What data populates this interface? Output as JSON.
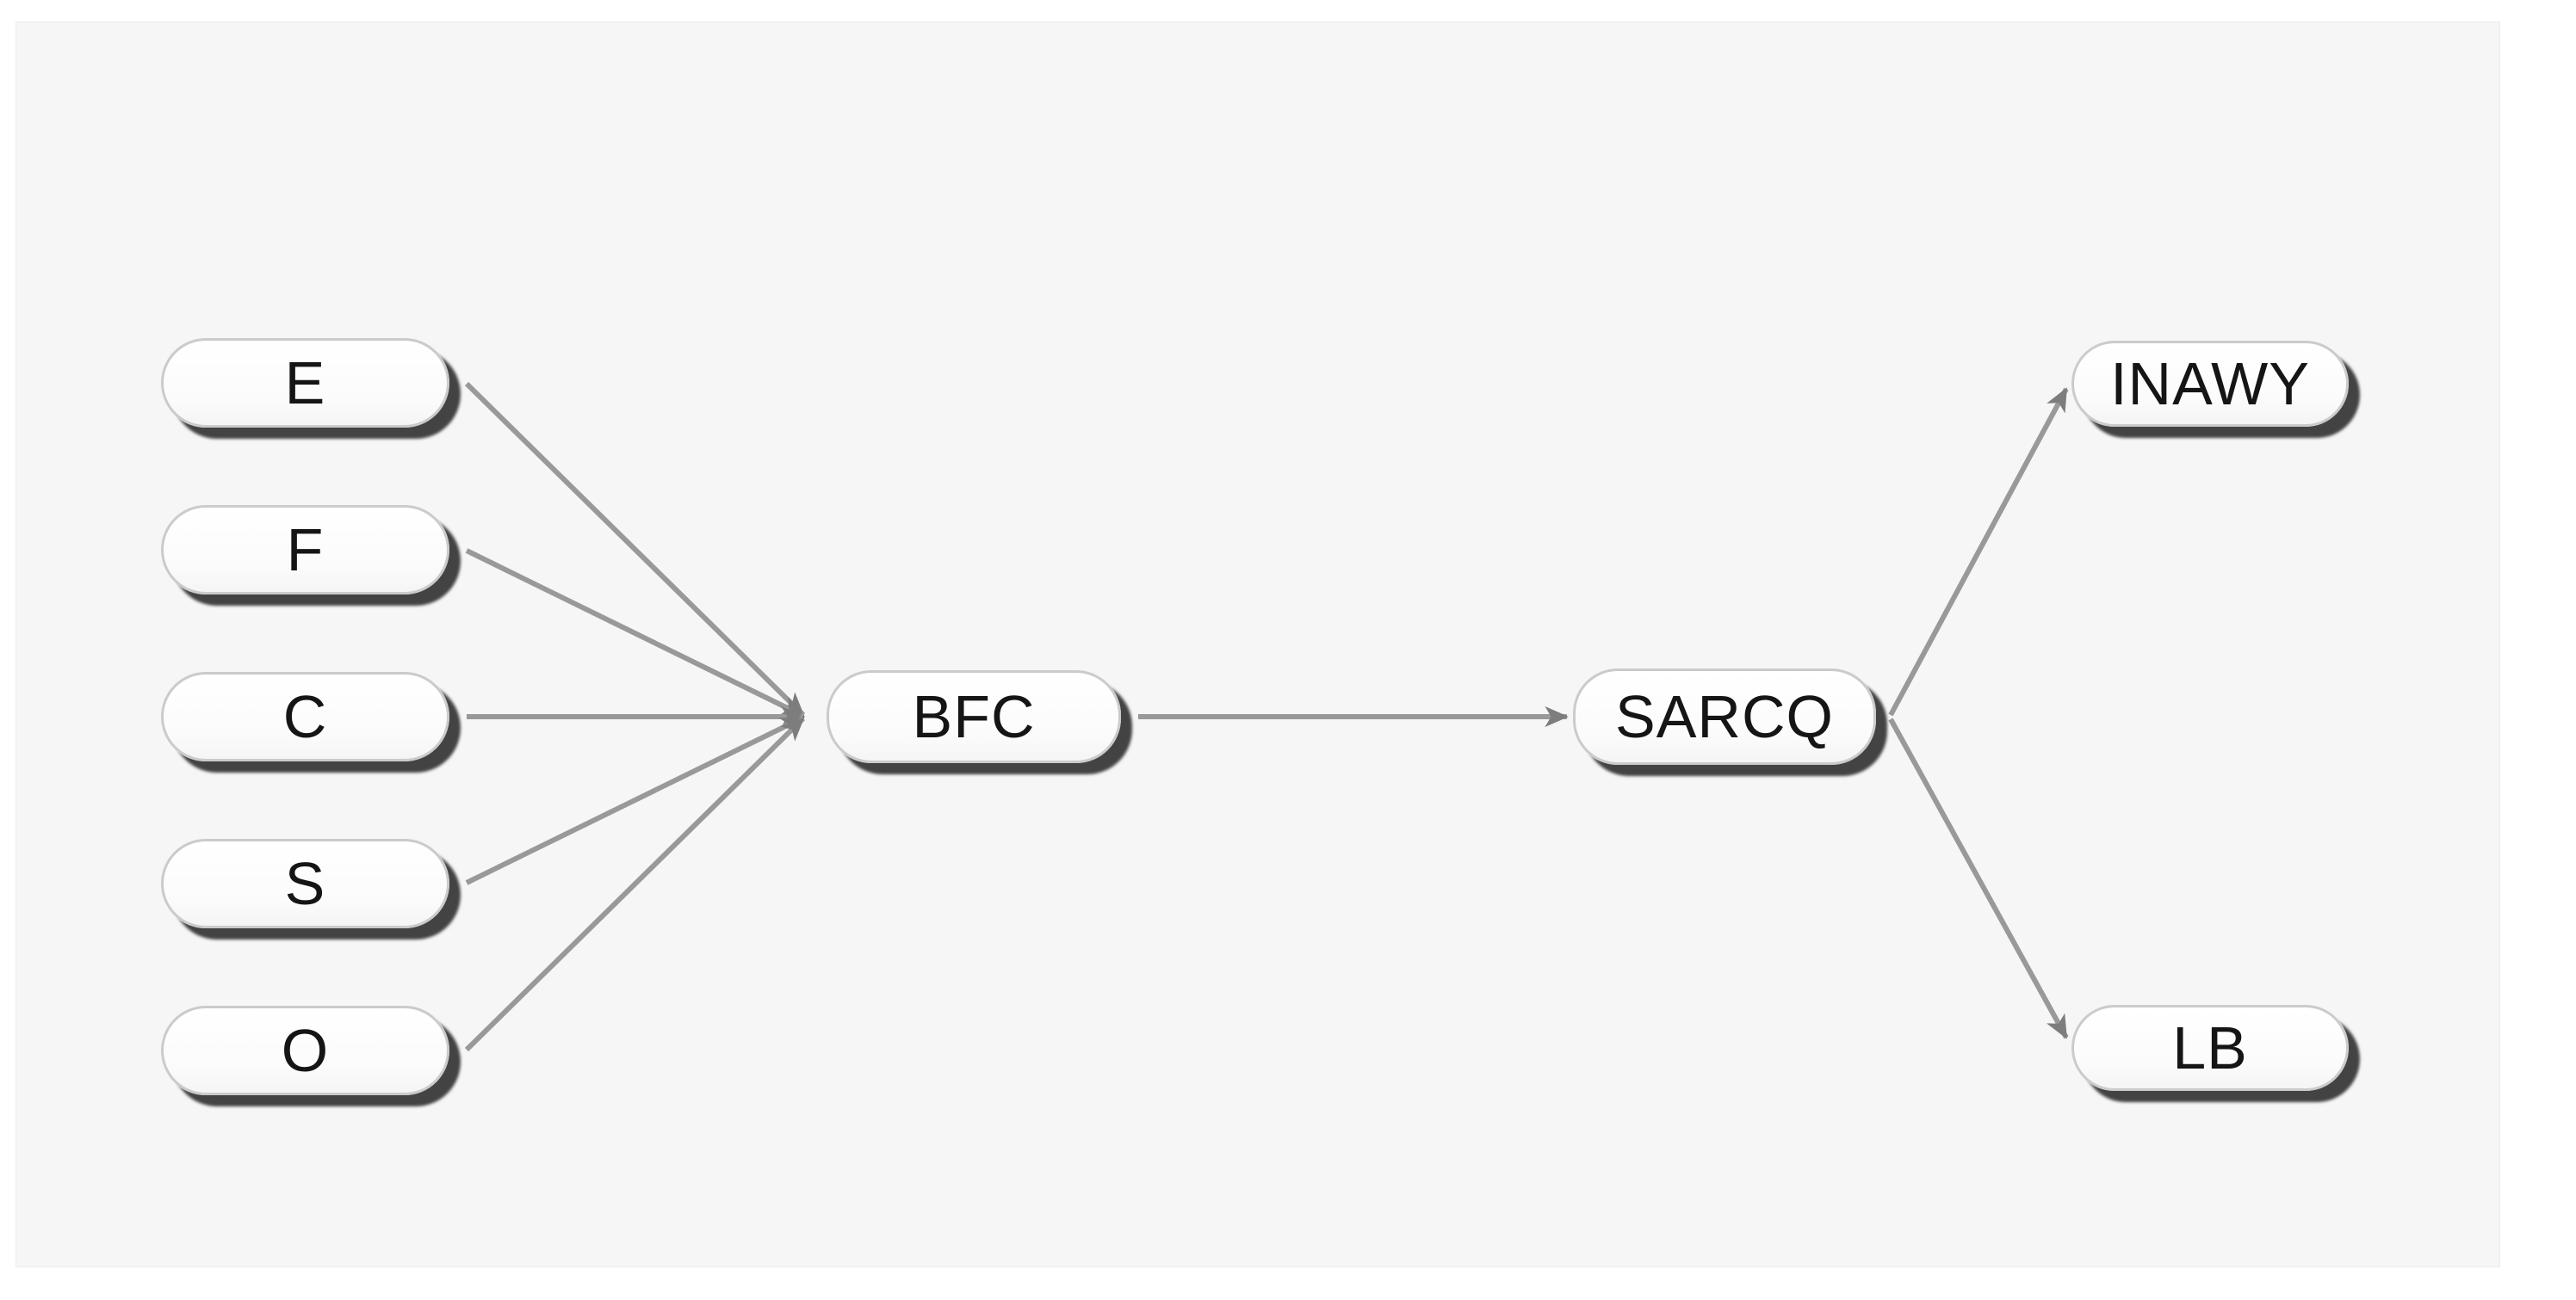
{
  "diagram": {
    "type": "flowchart-left-to-right",
    "canvas_background": "#f6f6f6",
    "page_background": "#ffffff",
    "node_fill": "#ffffff",
    "node_border_color": "#cbcbcb",
    "node_shadow_color": "#2a2a2a",
    "node_text_color": "#151515",
    "edge_color": "#999999",
    "arrowhead_color": "#7d7d7d",
    "nodes": {
      "E": {
        "label": "E"
      },
      "F": {
        "label": "F"
      },
      "C": {
        "label": "C"
      },
      "S": {
        "label": "S"
      },
      "O": {
        "label": "O"
      },
      "BFC": {
        "label": "BFC"
      },
      "SARCQ": {
        "label": "SARCQ"
      },
      "INAWY": {
        "label": "INAWY"
      },
      "LB": {
        "label": "LB"
      }
    },
    "edges": [
      {
        "from": "E",
        "to": "BFC"
      },
      {
        "from": "F",
        "to": "BFC"
      },
      {
        "from": "C",
        "to": "BFC"
      },
      {
        "from": "S",
        "to": "BFC"
      },
      {
        "from": "O",
        "to": "BFC"
      },
      {
        "from": "BFC",
        "to": "SARCQ"
      },
      {
        "from": "SARCQ",
        "to": "INAWY"
      },
      {
        "from": "SARCQ",
        "to": "LB"
      }
    ]
  }
}
